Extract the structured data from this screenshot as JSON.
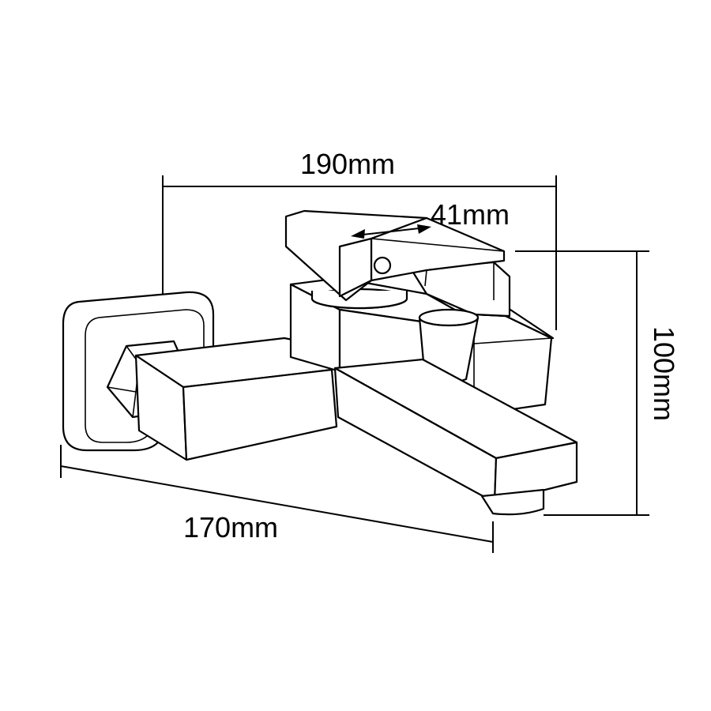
{
  "diagram": {
    "dimensions": {
      "width_overall": "190mm",
      "lever_length": "41mm",
      "projection": "170mm",
      "height": "100mm"
    },
    "colors": {
      "stroke": "#000000",
      "background": "#ffffff"
    }
  }
}
